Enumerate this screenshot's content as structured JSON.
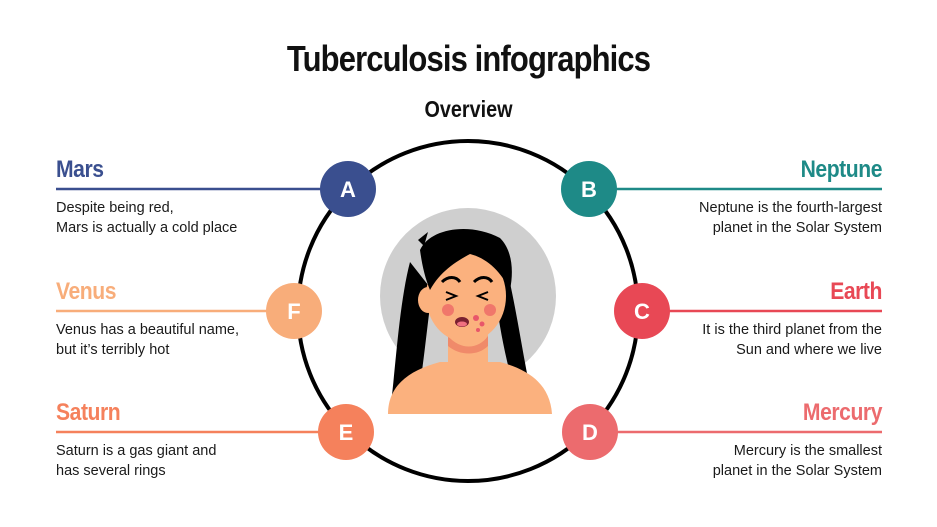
{
  "title": "Tuberculosis infographics",
  "subtitle": "Overview",
  "colors": {
    "mars": "#3a4f8f",
    "neptune": "#1e8a87",
    "earth": "#e84855",
    "mercury": "#ec6b6e",
    "saturn": "#f5815c",
    "venus": "#f8ad7a",
    "ring": "#000000",
    "halo": "#cfcfcf",
    "skin": "#fbb17e"
  },
  "items": [
    {
      "letter": "A",
      "heading": "Mars",
      "description": "Despite being red,\nMars is actually a cold place",
      "side": "left"
    },
    {
      "letter": "B",
      "heading": "Neptune",
      "description": "Neptune is the fourth-largest\nplanet in the Solar System",
      "side": "right"
    },
    {
      "letter": "C",
      "heading": "Earth",
      "description": "It is the third planet from the\nSun and where we live",
      "side": "right"
    },
    {
      "letter": "D",
      "heading": "Mercury",
      "description": "Mercury is the smallest\nplanet in the Solar System",
      "side": "right"
    },
    {
      "letter": "E",
      "heading": "Saturn",
      "description": "Saturn is a gas giant and\nhas several rings",
      "side": "left"
    },
    {
      "letter": "F",
      "heading": "Venus",
      "description": "Venus has a beautiful name,\nbut it’s terribly hot",
      "side": "left"
    }
  ],
  "illustration": {
    "label": "coughing-person"
  }
}
